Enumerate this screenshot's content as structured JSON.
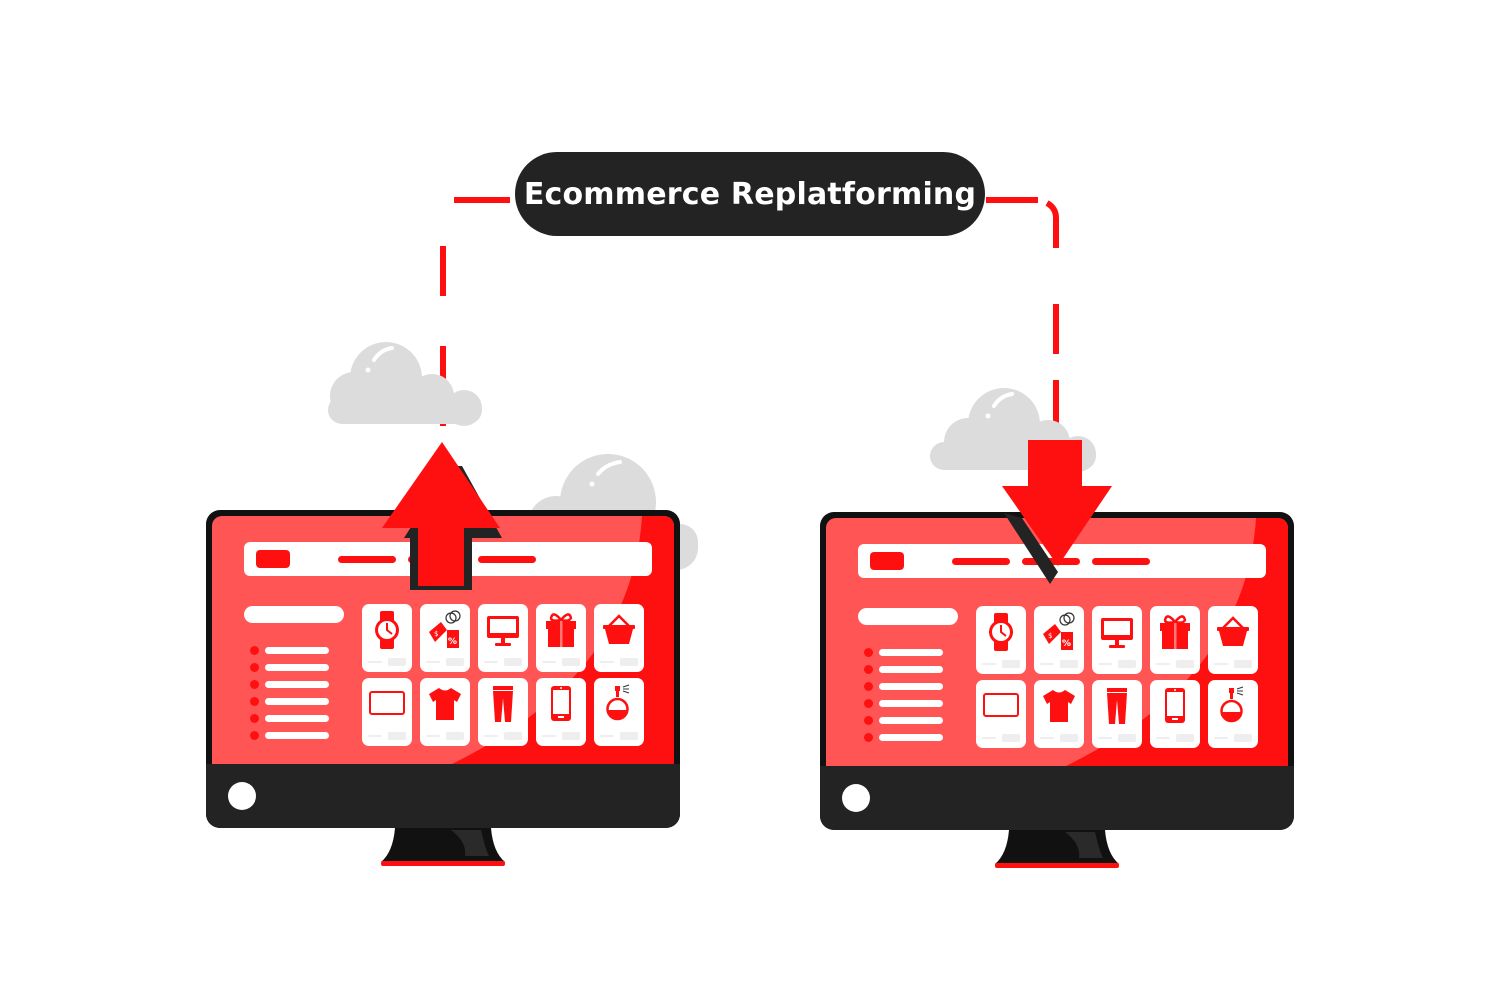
{
  "title": {
    "label": "Ecommerce Replatforming"
  },
  "colors": {
    "accent_red": "#ff1010",
    "screen_red": "#ff5555",
    "dark": "#232323",
    "cloud_gray": "#dcdcdc",
    "background": "#ffffff"
  },
  "connector": {
    "style": "dashed",
    "color": "#ff1010"
  },
  "monitors": [
    {
      "id": "source-platform",
      "arrow": "up",
      "products": [
        "watch-icon",
        "price-tag-icon",
        "monitor-icon",
        "gift-icon",
        "basket-icon",
        "tablet-icon",
        "tshirt-icon",
        "pants-icon",
        "smartphone-icon",
        "perfume-icon"
      ],
      "sidebar_items": 6,
      "nav_links": 3
    },
    {
      "id": "target-platform",
      "arrow": "down",
      "products": [
        "watch-icon",
        "price-tag-icon",
        "monitor-icon",
        "gift-icon",
        "basket-icon",
        "tablet-icon",
        "tshirt-icon",
        "pants-icon",
        "smartphone-icon",
        "perfume-icon"
      ],
      "sidebar_items": 6,
      "nav_links": 3
    }
  ]
}
